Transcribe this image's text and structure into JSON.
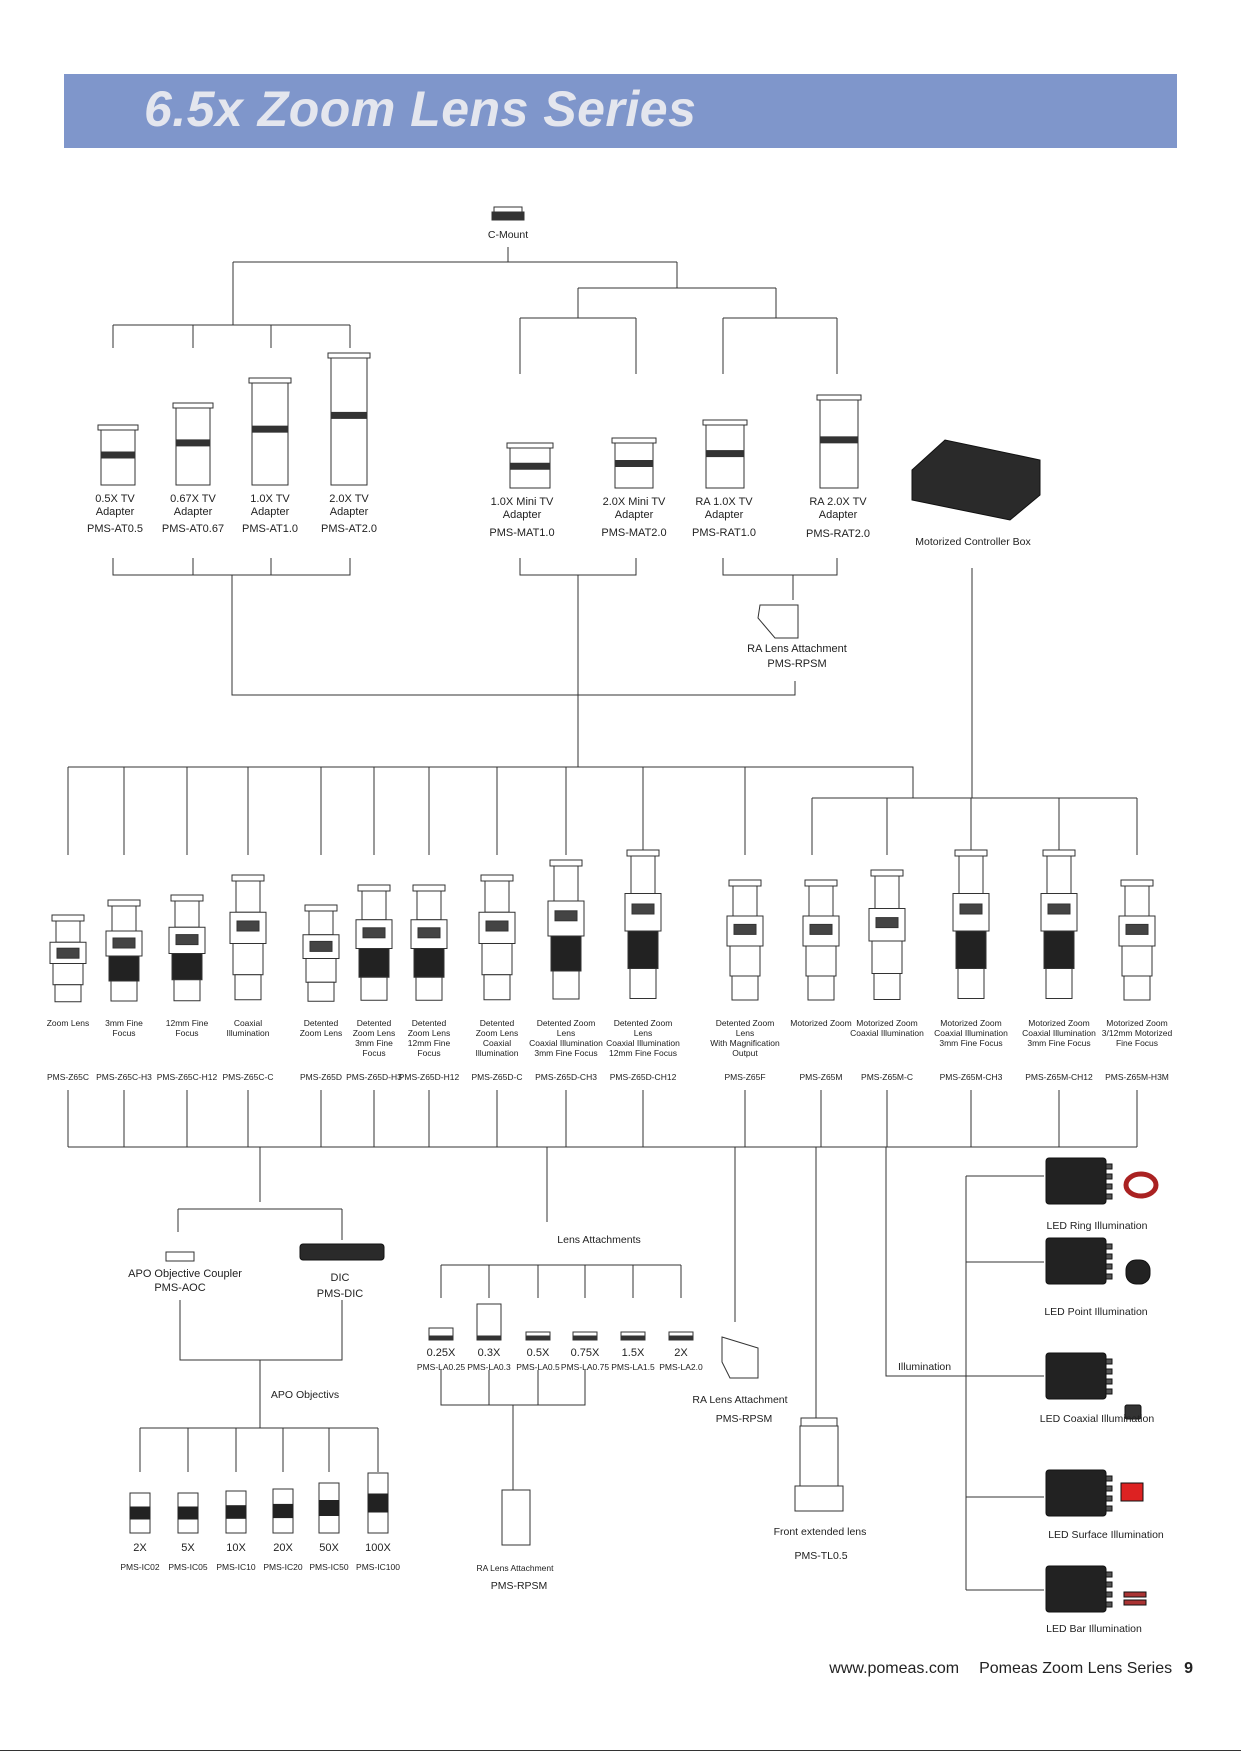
{
  "page": {
    "title": "6.5x Zoom Lens Series",
    "footer_url": "www.pomeas.com",
    "footer_series": "Pomeas Zoom Lens Series",
    "page_number": "9"
  },
  "labels": {
    "cmount": "C-Mount",
    "at05_name": "0.5X TV\nAdapter",
    "at05_code": "PMS-AT0.5",
    "at067_name": "0.67X TV\nAdapter",
    "at067_code": "PMS-AT0.67",
    "at10_name": "1.0X TV\nAdapter",
    "at10_code": "PMS-AT1.0",
    "at20_name": "2.0X TV\nAdapter",
    "at20_code": "PMS-AT2.0",
    "mat10_name": "1.0X Mini TV\nAdapter",
    "mat10_code": "PMS-MAT1.0",
    "mat20_name": "2.0X Mini TV\nAdapter",
    "mat20_code": "PMS-MAT2.0",
    "rat10_name": "RA 1.0X TV\nAdapter",
    "rat10_code": "PMS-RAT1.0",
    "rat20_name": "RA 2.0X TV\nAdapter",
    "rat20_code": "PMS-RAT2.0",
    "controller": "Motorized Controller Box",
    "ra_top_name": "RA Lens Attachment",
    "ra_top_code": "PMS-RPSM",
    "lens_attachments": "Lens Attachments",
    "apo_coupler_name": "APO Objective Coupler",
    "apo_coupler_code": "PMS-AOC",
    "dic_name": "DIC",
    "dic_code": "PMS-DIC",
    "apo_objectives": "APO Objectivs",
    "ra_mid_name": "RA Lens Attachment",
    "ra_mid_code": "PMS-RPSM",
    "ra_bot_name": "RA Lens Attachment",
    "ra_bot_code": "PMS-RPSM",
    "front_name": "Front extended lens",
    "front_code": "PMS-TL0.5",
    "illumination": "Illumination",
    "led_ring": "LED Ring Illumination",
    "led_point": "LED Point Illumination",
    "led_coaxial": "LED Coaxial Illumination",
    "led_surface": "LED Surface Illumination",
    "led_bar": "LED Bar Illumination"
  },
  "zoom_lenses": [
    {
      "desc": "Zoom Lens",
      "code": "PMS-Z65C"
    },
    {
      "desc": "3mm Fine\nFocus",
      "code": "PMS-Z65C-H3"
    },
    {
      "desc": "12mm Fine\nFocus",
      "code": "PMS-Z65C-H12"
    },
    {
      "desc": "Coaxial\nIllumination",
      "code": "PMS-Z65C-C"
    },
    {
      "desc": "Detented\nZoom Lens",
      "code": "PMS-Z65D"
    },
    {
      "desc": "Detented\nZoom Lens\n3mm Fine\nFocus",
      "code": "PMS-Z65D-H3"
    },
    {
      "desc": "Detented\nZoom Lens\n12mm Fine\nFocus",
      "code": "PMS-Z65D-H12"
    },
    {
      "desc": "Detented\nZoom Lens\nCoaxial\nIllumination",
      "code": "PMS-Z65D-C"
    },
    {
      "desc": "Detented Zoom\nLens\nCoaxial Illumination\n3mm Fine Focus",
      "code": "PMS-Z65D-CH3"
    },
    {
      "desc": "Detented Zoom\nLens\nCoaxial Illumination\n12mm Fine Focus",
      "code": "PMS-Z65D-CH12"
    },
    {
      "desc": "Detented Zoom\nLens\nWith Magnification\nOutput",
      "code": "PMS-Z65F"
    },
    {
      "desc": "Motorized Zoom",
      "code": "PMS-Z65M"
    },
    {
      "desc": "Motorized Zoom\nCoaxial Illumination",
      "code": "PMS-Z65M-C"
    },
    {
      "desc": "Motorized Zoom\nCoaxial Illumination\n3mm Fine Focus",
      "code": "PMS-Z65M-CH3"
    },
    {
      "desc": "Motorized Zoom\nCoaxial Illumination\n3mm Fine Focus",
      "code": "PMS-Z65M-CH12"
    },
    {
      "desc": "Motorized Zoom\n3/12mm Motorized\nFine Focus",
      "code": "PMS-Z65M-H3M"
    }
  ],
  "lens_attachments": [
    {
      "mag": "0.25X",
      "code": "PMS-LA0.25"
    },
    {
      "mag": "0.3X",
      "code": "PMS-LA0.3"
    },
    {
      "mag": "0.5X",
      "code": "PMS-LA0.5"
    },
    {
      "mag": "0.75X",
      "code": "PMS-LA0.75"
    },
    {
      "mag": "1.5X",
      "code": "PMS-LA1.5"
    },
    {
      "mag": "2X",
      "code": "PMS-LA2.0"
    }
  ],
  "objectives": [
    {
      "mag": "2X",
      "code": "PMS-IC02"
    },
    {
      "mag": "5X",
      "code": "PMS-IC05"
    },
    {
      "mag": "10X",
      "code": "PMS-IC10"
    },
    {
      "mag": "20X",
      "code": "PMS-IC20"
    },
    {
      "mag": "50X",
      "code": "PMS-IC50"
    },
    {
      "mag": "100X",
      "code": "PMS-IC100"
    }
  ]
}
